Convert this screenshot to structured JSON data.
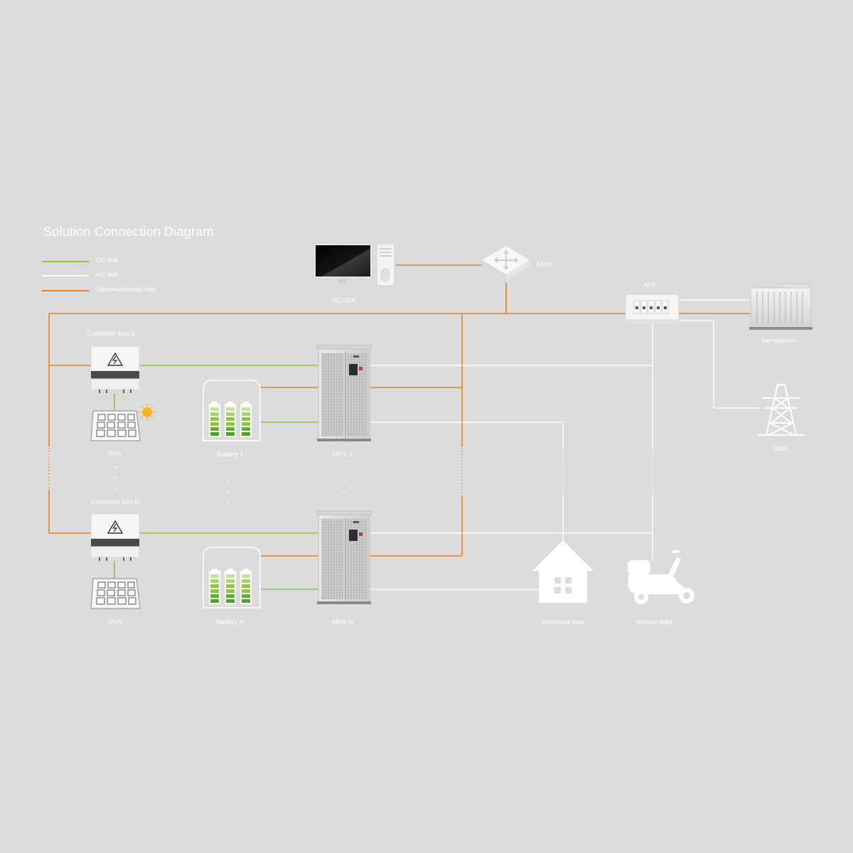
{
  "title": "Solution Connection Diagram",
  "legend": [
    {
      "label": "DC line",
      "color": "#8dc63f"
    },
    {
      "label": "AC line",
      "color": "#ffffff"
    },
    {
      "label": "Communication line",
      "color": "#e8821e"
    }
  ],
  "labels": {
    "scada": "SCADA",
    "ems": "EMS",
    "ats": "ATS",
    "generation": "Generation",
    "grid": "Grid",
    "combiner_1": "Combiner box 1",
    "combiner_n": "Combiner box N",
    "pv_1": "PV1",
    "pv_n": "PVN",
    "battery_1": "Battery 1",
    "battery_n": "Battery N",
    "mps_1": "MPS 1",
    "mps_n": "MPS N",
    "important_load": "Important load",
    "normal_load": "Normal load"
  },
  "colors": {
    "background": "#dcdcdc",
    "dc_line": "#8dc63f",
    "ac_line": "#ffffff",
    "communication_line": "#e8821e",
    "accent_sun": "#f5b51f"
  }
}
